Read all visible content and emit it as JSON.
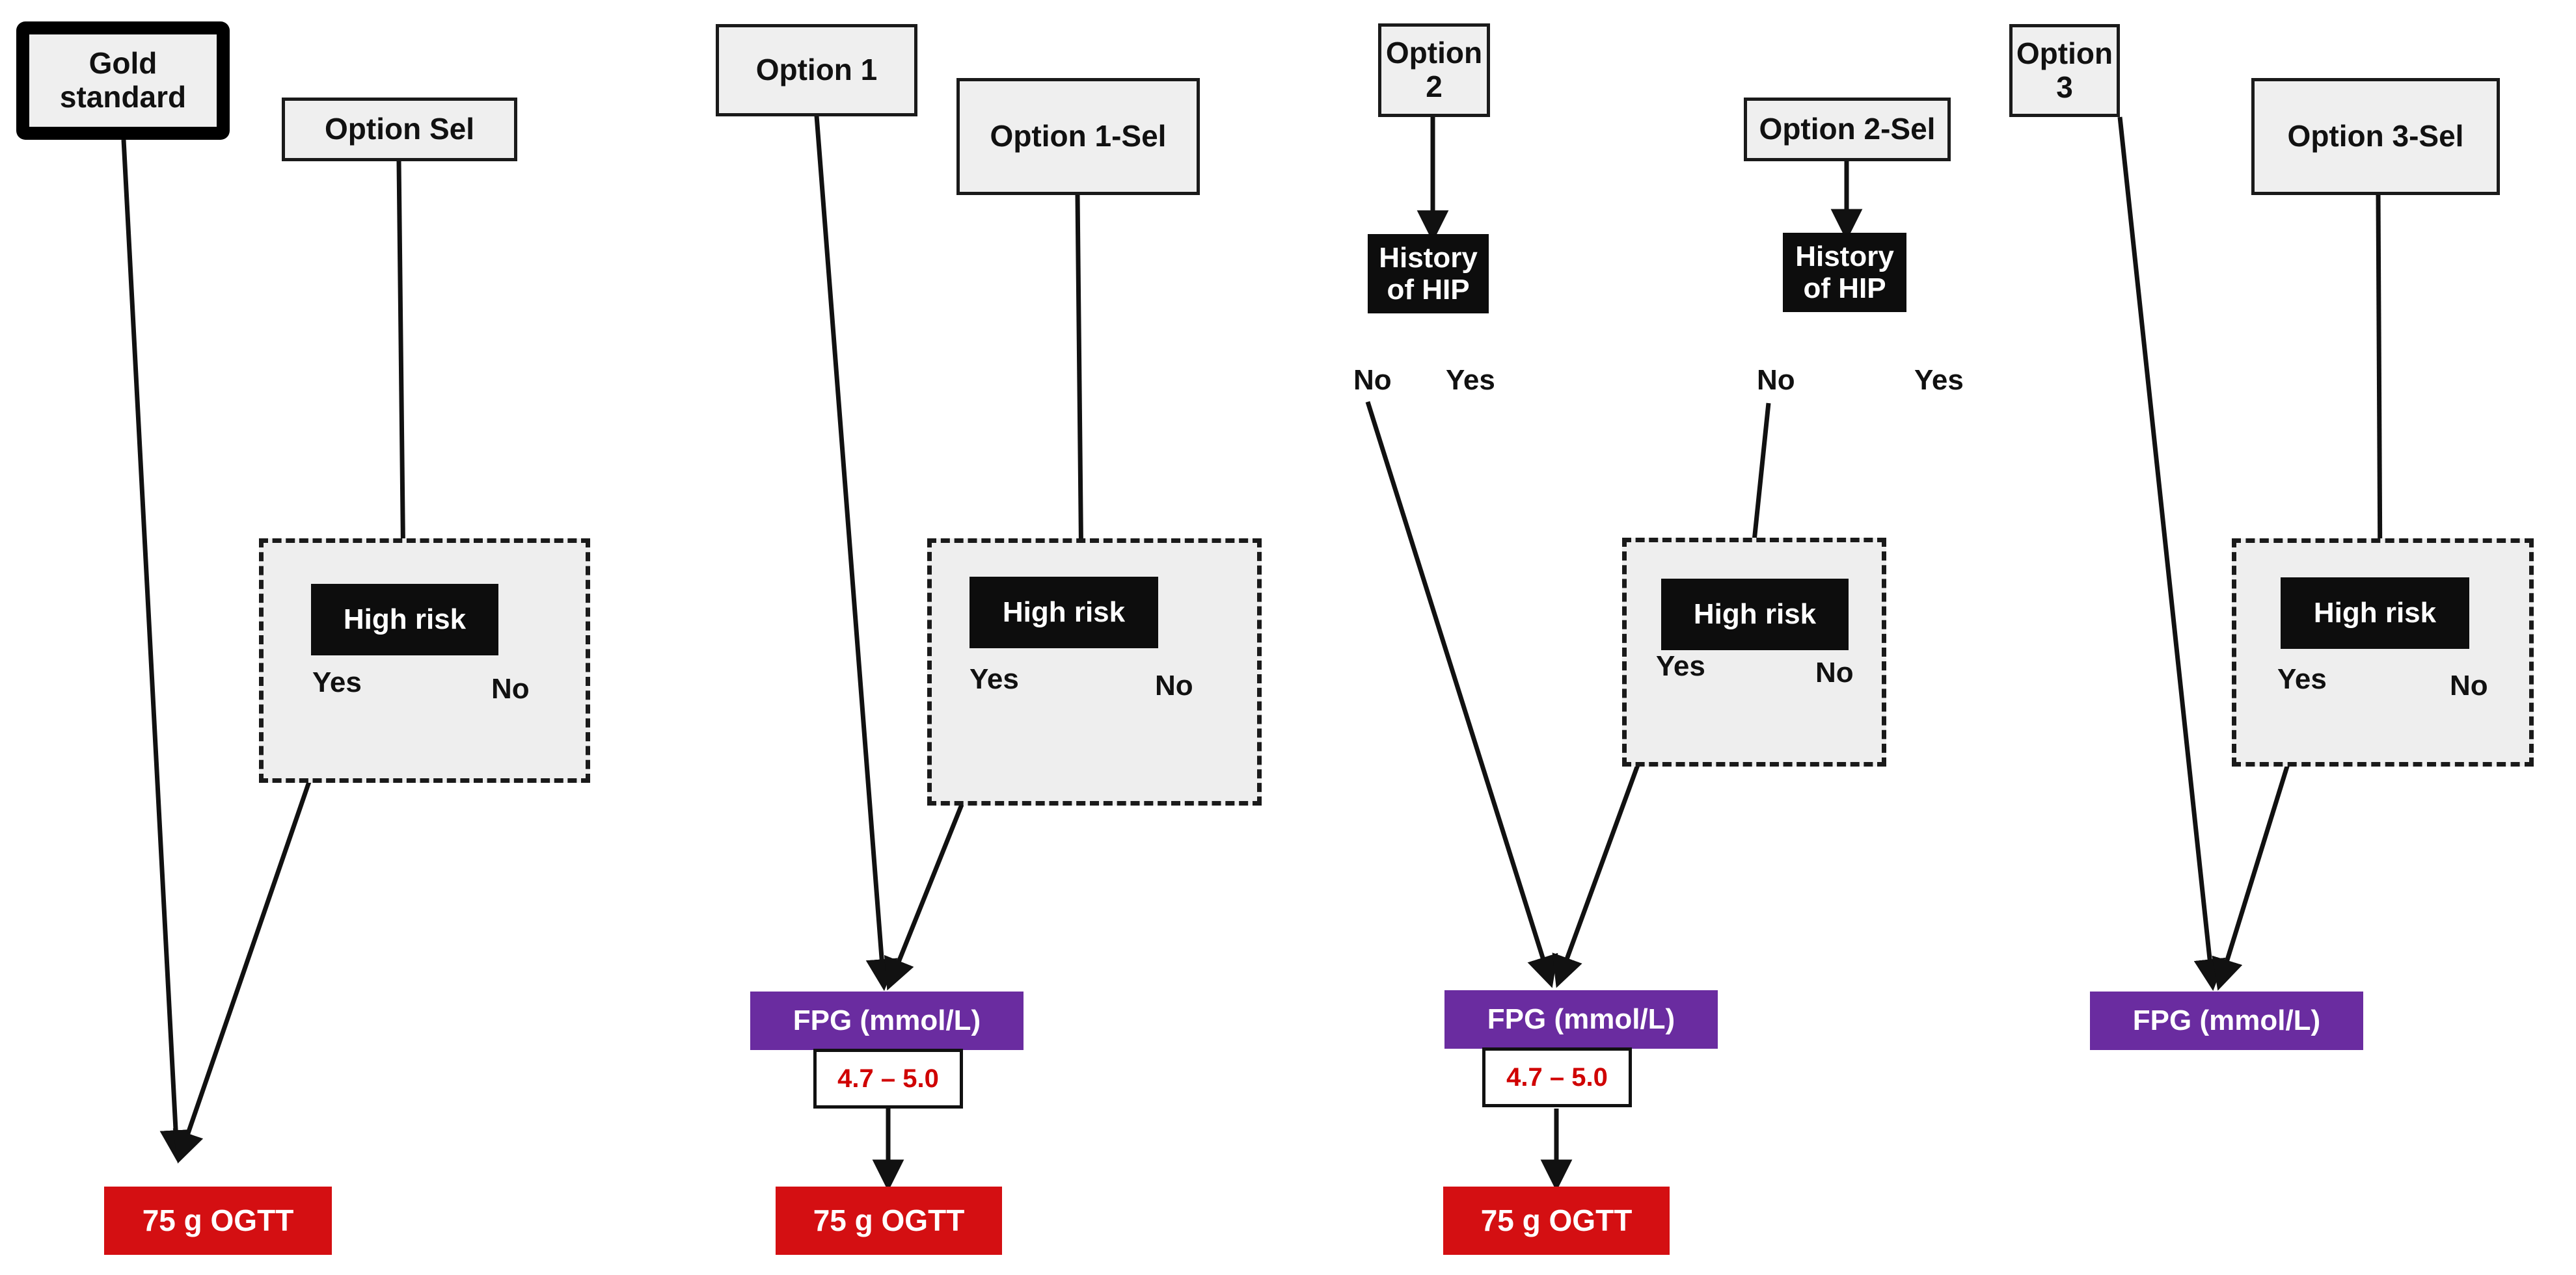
{
  "figure": {
    "type": "flowchart",
    "background": "#ffffff",
    "colors": {
      "fpg_purple": "#6a2ca0",
      "ogtt_red": "#d40f12",
      "decision_black": "#0d0d0d",
      "node_grey": "#efefef",
      "group_grey": "#eeeeee",
      "value_text_red": "#d00000"
    }
  },
  "panels": [
    {
      "id": "panel-gold-standard",
      "root": {
        "label": "Gold\nstandard",
        "style": "heavy-framed"
      },
      "selector": {
        "label": "Option Sel",
        "style": "plain"
      },
      "decision": {
        "label": "High risk",
        "style": "black",
        "branches": [
          {
            "label": "Yes",
            "side": "left"
          },
          {
            "label": "No",
            "side": "right"
          }
        ]
      },
      "fpg": null,
      "fpg_value": null,
      "outcome": {
        "label": "75 g  OGTT",
        "style": "red"
      }
    },
    {
      "id": "panel-option-1",
      "root": {
        "label": "Option 1",
        "style": "plain"
      },
      "selector": {
        "label": "Option 1-Sel",
        "style": "plain"
      },
      "decision": {
        "label": "High risk",
        "style": "black",
        "branches": [
          {
            "label": "Yes",
            "side": "left"
          },
          {
            "label": "No",
            "side": "right"
          }
        ]
      },
      "fpg": {
        "label": "FPG (mmol/L)",
        "style": "purple"
      },
      "fpg_value": {
        "label": "4.7 – 5.0",
        "style": "value-box"
      },
      "outcome": {
        "label": "75 g  OGTT",
        "style": "red"
      }
    },
    {
      "id": "panel-option-2",
      "root": {
        "label": "Option 2",
        "style": "plain"
      },
      "selector": {
        "label": "Option 2-Sel",
        "style": "plain"
      },
      "history": {
        "label": "History\nof HIP",
        "style": "black",
        "branches": [
          {
            "label": "No",
            "side": "left"
          },
          {
            "label": "Yes",
            "side": "right"
          }
        ]
      },
      "history_sel": {
        "label": "History\nof HIP",
        "style": "black",
        "branches": [
          {
            "label": "No",
            "side": "left"
          },
          {
            "label": "Yes",
            "side": "right"
          }
        ]
      },
      "decision": {
        "label": "High risk",
        "style": "black",
        "branches": [
          {
            "label": "Yes",
            "side": "left"
          },
          {
            "label": "No",
            "side": "right"
          }
        ]
      },
      "fpg": {
        "label": "FPG (mmol/L)",
        "style": "purple"
      },
      "fpg_value": {
        "label": "4.7 – 5.0",
        "style": "value-box"
      },
      "outcome": {
        "label": "75 g  OGTT",
        "style": "red"
      }
    },
    {
      "id": "panel-option-3",
      "root": {
        "label": "Option 3",
        "style": "plain"
      },
      "selector": {
        "label": "Option 3-Sel",
        "style": "plain"
      },
      "decision": {
        "label": "High risk",
        "style": "black",
        "branches": [
          {
            "label": "Yes",
            "side": "left"
          },
          {
            "label": "No",
            "side": "right"
          }
        ]
      },
      "fpg": {
        "label": "FPG (mmol/L)",
        "style": "purple"
      },
      "fpg_value": null,
      "outcome": null
    }
  ],
  "labels": {
    "gold_standard": "Gold\nstandard",
    "option_sel": "Option Sel",
    "option_1": "Option 1",
    "option_1_sel": "Option 1-Sel",
    "option_2": "Option 2",
    "option_2_sel": "Option 2-Sel",
    "option_3": "Option 3",
    "option_3_sel": "Option 3-Sel",
    "high_risk": "High risk",
    "history_of_hip": "History\nof HIP",
    "fpg": "FPG (mmol/L)",
    "fpg_range": "4.7 – 5.0",
    "ogtt": "75 g  OGTT",
    "yes": "Yes",
    "no": "No"
  }
}
